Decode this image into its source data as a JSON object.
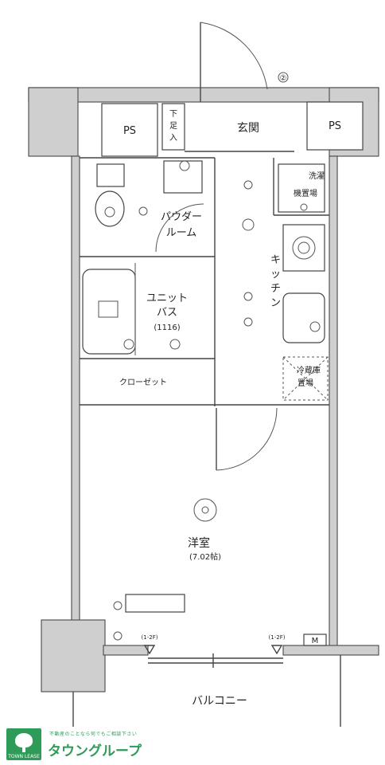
{
  "rooms": {
    "ps_left": "PS",
    "ps_right": "PS",
    "shoe_box": "下足入",
    "entrance": "玄関",
    "laundry": "洗濯機置場",
    "powder_room": "パウダールーム",
    "kitchen": "キッチン",
    "unit_bath": "ユニットバス",
    "bath_size": "(1116)",
    "closet": "クローゼット",
    "fridge": "冷蔵庫置場",
    "western_room": "洋室",
    "western_room_size": "(7.02帖)",
    "balcony": "バルコニー",
    "meter": "M"
  },
  "markers": {
    "circled_two": "②",
    "vent_left": "(1-2F)",
    "vent_right": "(1-2F)"
  },
  "brand": {
    "logo_text": "TOWN LEASE",
    "tagline": "不動産のことなら何でもご相談下さい",
    "name": "タウングループ"
  },
  "colors": {
    "wall_fill": "#cfcfcf",
    "line": "#444444",
    "brand_green": "#2e9b58"
  }
}
